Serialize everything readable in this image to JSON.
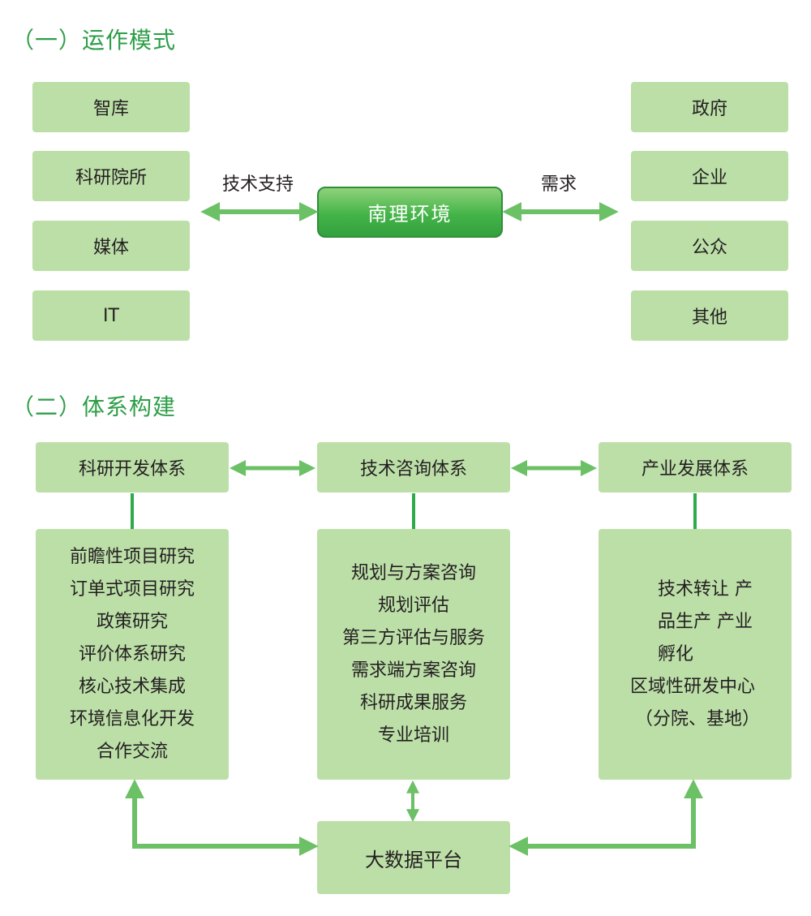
{
  "section1": {
    "title": "（一）运作模式",
    "left_items": [
      "智库",
      "科研院所",
      "媒体",
      "IT"
    ],
    "right_items": [
      "政府",
      "企业",
      "公众",
      "其他"
    ],
    "center": "南理环境",
    "left_arrow_label": "技术支持",
    "right_arrow_label": "需求"
  },
  "section2": {
    "title": "（二）体系构建",
    "headers": [
      "科研开发体系",
      "技术咨询体系",
      "产业发展体系"
    ],
    "col1_lines": [
      "前瞻性项目研究",
      "订单式项目研究",
      "政策研究",
      "评价体系研究",
      "核心技术集成",
      "环境信息化开发",
      "合作交流"
    ],
    "col2_lines": [
      "规划与方案咨询",
      "规划评估",
      "第三方评估与服务",
      "需求端方案咨询",
      "科研成果服务",
      "专业培训"
    ],
    "col3_lines": [
      "技术转让  产",
      "品生产  产业",
      "孵化",
      "区域性研发中心",
      "（分院、基地）"
    ],
    "bottom": "大数据平台"
  },
  "colors": {
    "box_fill": "#bcdfa8",
    "arrow": "#6cc065",
    "title": "#2e9e48",
    "core": "#44b449"
  }
}
